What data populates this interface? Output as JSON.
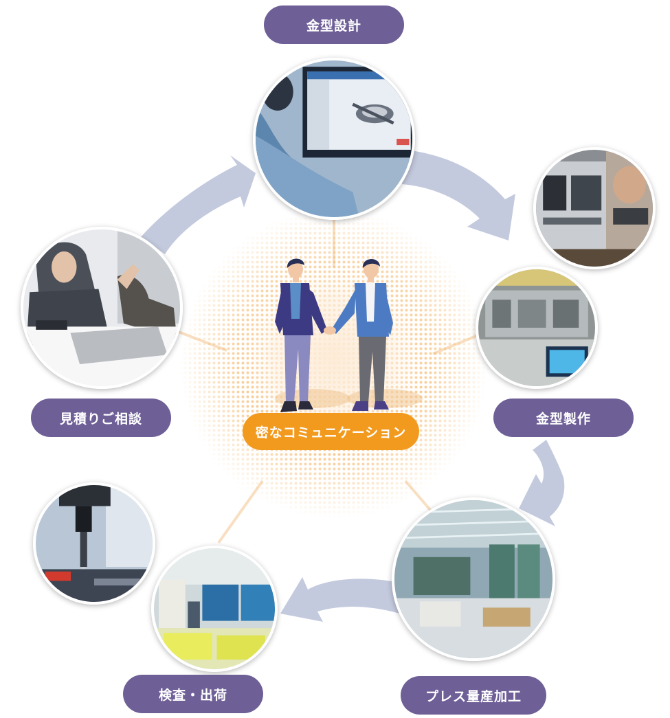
{
  "center": {
    "label": "密なコミュニケーション"
  },
  "stages": {
    "design": "金型設計",
    "fabrication": "金型製作",
    "press": "プレス量産加工",
    "inspection": "検査・出荷",
    "consultation": "見積りご相談"
  },
  "colors": {
    "stage_pill": "#6e5f97",
    "center_pill": "#f29a1e",
    "arrow": "#c4cade",
    "connector": "#f8dfc2"
  },
  "photos": [
    {
      "name": "design-photo",
      "subject": "engineer at CAD monitor"
    },
    {
      "name": "fabrication-photo-machine",
      "subject": "machining center"
    },
    {
      "name": "fabrication-photo-die",
      "subject": "die assembly on bench"
    },
    {
      "name": "press-photo",
      "subject": "press production line"
    },
    {
      "name": "inspection-photo-measure",
      "subject": "coordinate measuring probe"
    },
    {
      "name": "inspection-photo-warehouse",
      "subject": "packing and shipping area"
    },
    {
      "name": "consultation-photo",
      "subject": "business meeting with laptop"
    }
  ]
}
